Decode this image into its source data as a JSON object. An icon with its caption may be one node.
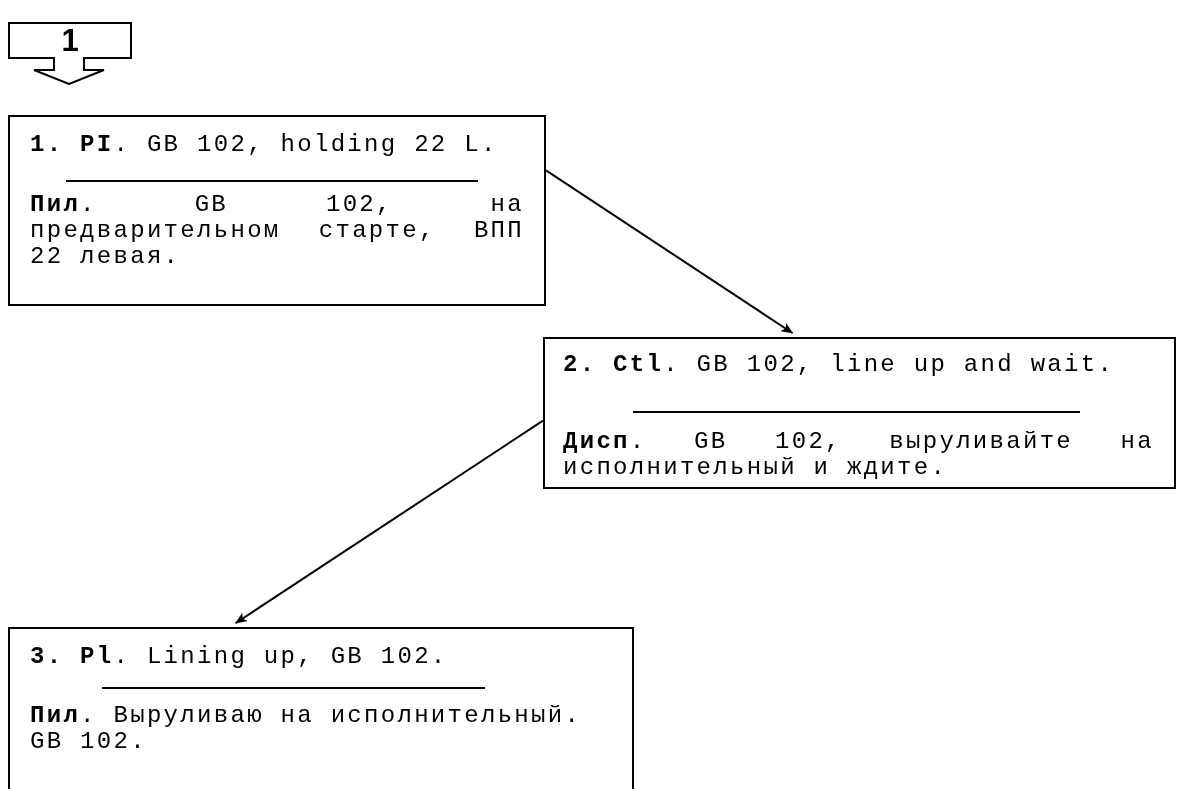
{
  "diagram": {
    "nodes": [
      {
        "text": [
          "1"
        ]
      },
      {
        "text": [
          "**1. PI**. GB 102, holding 22 L.",
          "**Пил**. GB 102, на предварительном старте, ВПП 22 левая."
        ]
      },
      {
        "text": [
          "**2. Ctl**. GB 102, line up and wait.",
          "**Дисп**. GB 102, выруливайте на исполнительный и ждите."
        ]
      },
      {
        "text": [
          "**3. Pl**. Lining up, GB 102.",
          "**Пил**. Выруливаю на исполнительный. GB 102."
        ]
      }
    ],
    "edges": [
      {
        "from": 1,
        "to": 2,
        "arrow": "to"
      },
      {
        "from": 2,
        "to": 3,
        "arrow": "to"
      }
    ]
  }
}
